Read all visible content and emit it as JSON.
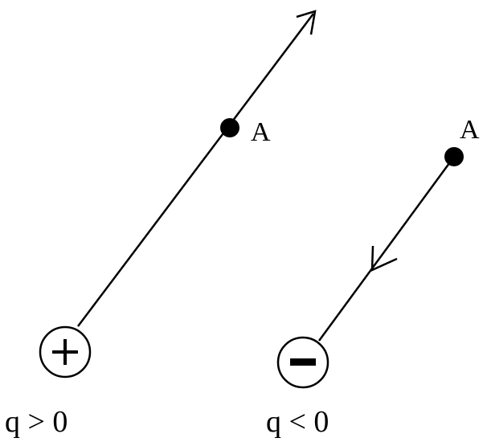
{
  "diagram": {
    "left": {
      "charge_sign": "+",
      "point_label": "A",
      "condition": "q > 0",
      "field_direction": "away-from-charge"
    },
    "right": {
      "charge_sign": "−",
      "point_label": "A",
      "condition": "q < 0",
      "field_direction": "toward-charge"
    },
    "colors": {
      "stroke": "#000000",
      "background": "#ffffff"
    }
  }
}
